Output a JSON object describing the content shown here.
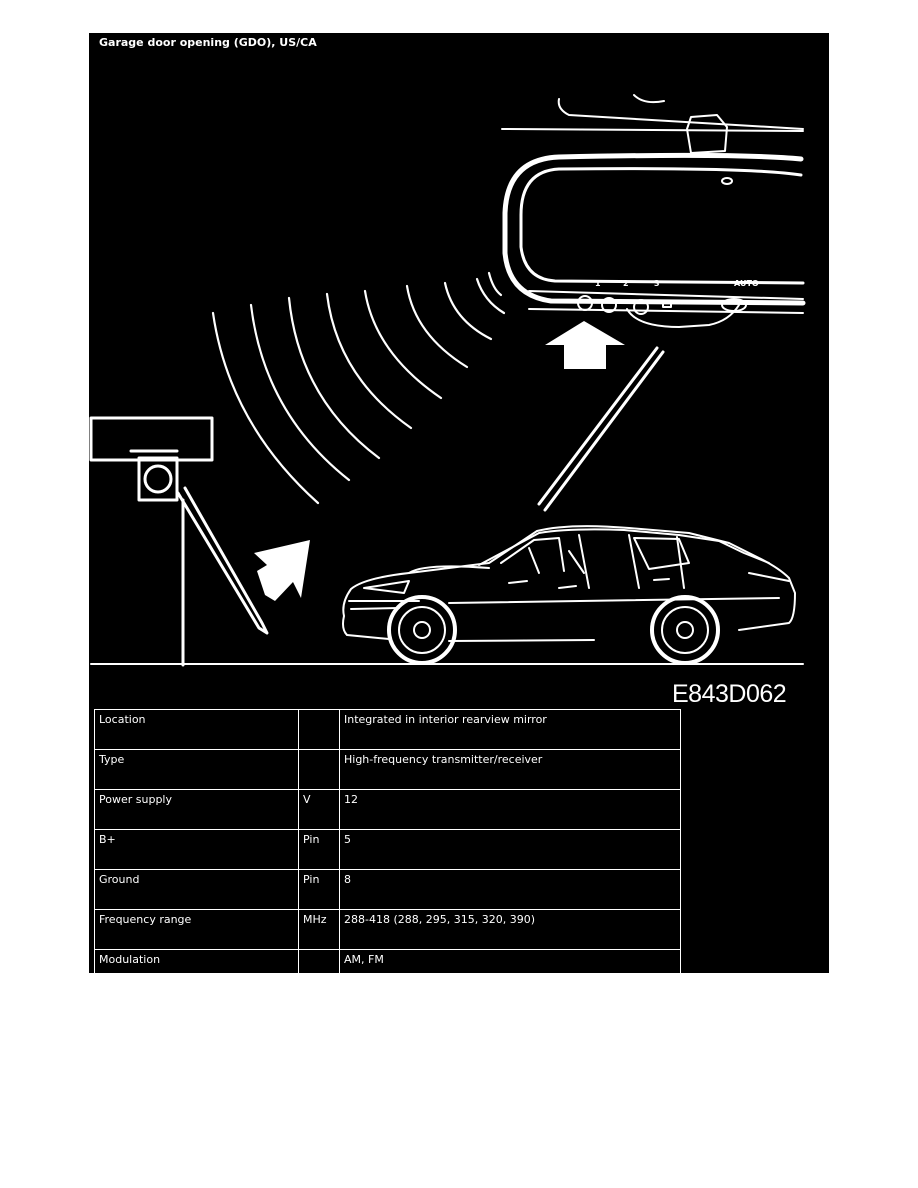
{
  "title": "Garage door opening (GDO), US/CA",
  "figure_code": "E843D062",
  "mirror_labels": [
    "1",
    "2",
    "3",
    "AUTO"
  ],
  "colors": {
    "panel": "#000000",
    "lines": "#ffffff",
    "page": "#ffffff"
  },
  "specs": [
    {
      "label": "Location",
      "unit": "",
      "value": "Integrated in interior rearview mirror"
    },
    {
      "label": "Type",
      "unit": "",
      "value": "High-frequency transmitter/receiver"
    },
    {
      "label": "Power supply",
      "unit": "V",
      "value": "12"
    },
    {
      "label": "B+",
      "unit": "Pin",
      "value": "5"
    },
    {
      "label": "Ground",
      "unit": "Pin",
      "value": "8"
    },
    {
      "label": "Frequency range",
      "unit": "MHz",
      "value": "288-418 (288, 295, 315, 320, 390)"
    },
    {
      "label": "Modulation",
      "unit": "",
      "value": "AM, FM"
    }
  ]
}
